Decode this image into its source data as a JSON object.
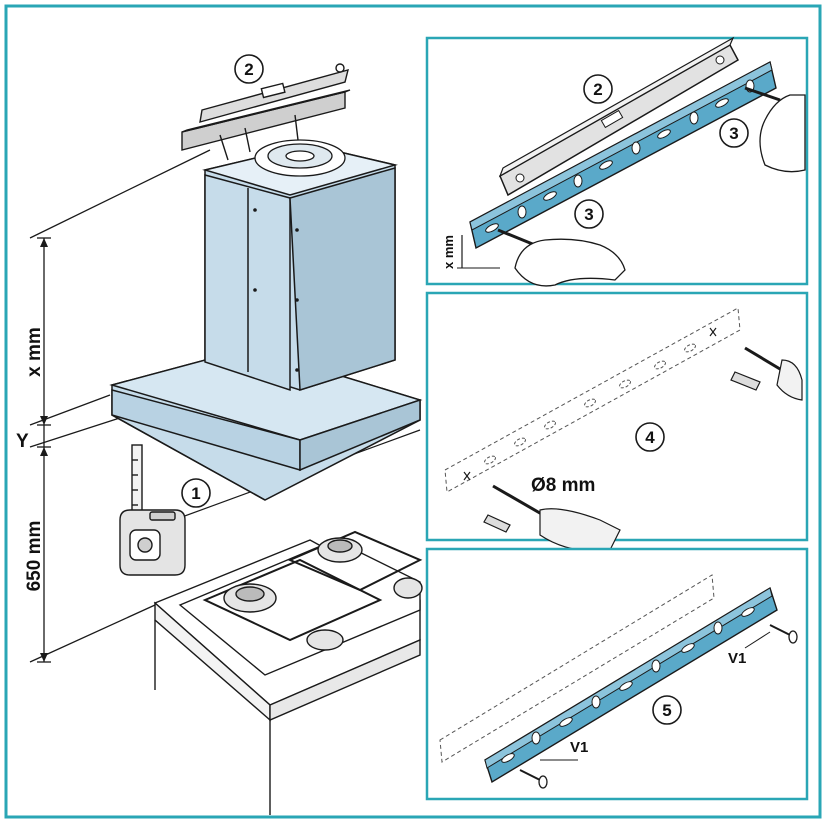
{
  "labels": {
    "dim_x": "x mm",
    "dim_y": "Y",
    "dim_650": "650 mm",
    "dim_x_small": "x mm",
    "drill_size": "Ø8 mm",
    "screw_right": "V1",
    "screw_bottom": "V1"
  },
  "steps": {
    "main_tape": "1",
    "main_level": "2",
    "p1_level": "2",
    "p1_mark_right": "3",
    "p1_mark_left": "3",
    "p2_drill": "4",
    "p3_mount": "5"
  },
  "colors": {
    "frame": "#2aa6b5",
    "hood": "#c6dcea",
    "hood_dark": "#a9c5d6",
    "bracket": "#5aa9c9",
    "line": "#1a1a1a"
  }
}
